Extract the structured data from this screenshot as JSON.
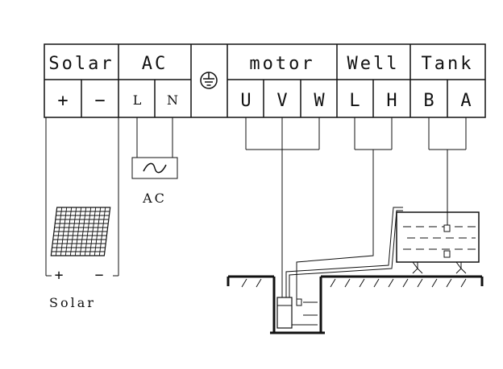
{
  "terminal_block": {
    "groups": [
      {
        "id": "solar",
        "label": "Solar",
        "terminals": [
          "+",
          "−"
        ]
      },
      {
        "id": "ac",
        "label": "AC",
        "terminals": [
          "L",
          "N"
        ]
      },
      {
        "id": "earth",
        "label": "",
        "terminals": []
      },
      {
        "id": "motor",
        "label": "motor",
        "terminals": [
          "U",
          "V",
          "W"
        ]
      },
      {
        "id": "well",
        "label": "Well",
        "terminals": [
          "L",
          "H"
        ]
      },
      {
        "id": "tank",
        "label": "Tank",
        "terminals": [
          "B",
          "A"
        ]
      }
    ]
  },
  "ac_source": {
    "label": "AC",
    "symbol": "~"
  },
  "solar_panel": {
    "plus": "+",
    "minus": "−",
    "label": "Solar"
  },
  "icons": [
    "earth-ground-icon",
    "ac-source-icon",
    "solar-panel-icon",
    "submersible-pump-icon",
    "water-tank-icon"
  ]
}
